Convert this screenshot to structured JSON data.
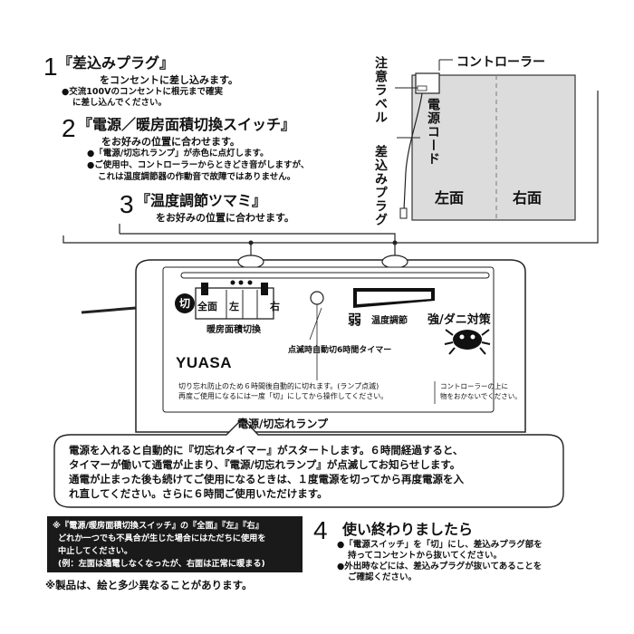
{
  "steps": [
    {
      "num": "1",
      "title": "『差込みプラグ』",
      "desc": "をコンセントに差し込みます。",
      "notes": [
        "●交流100Vのコンセントに根元まで確実",
        "に差し込んでください。"
      ]
    },
    {
      "num": "2",
      "title": "『電源／暖房面積切換スイッチ』",
      "desc": "をお好みの位置に合わせます。",
      "notes": [
        "●「電源/切忘れランプ」が赤色に点灯します。",
        "●ご使用中、コントローラーからときどき音がしますが、",
        "これは温度調節器の作動音で故障ではありません。"
      ]
    },
    {
      "num": "3",
      "title": "『温度調節ツマミ』",
      "desc": "をお好みの位置に合わせます。"
    }
  ],
  "diagram": {
    "controller_label": "コントローラー",
    "caution_label": "注意ラベル",
    "cord_label": "電源コード",
    "plug_label": "差込みプラグ",
    "left_label": "左面",
    "right_label": "右面"
  },
  "panel": {
    "off": "切",
    "all": "全面",
    "left": "左",
    "right": "右",
    "switch_caption": "暖房面積切換",
    "timer_note": "点滅時自動切6時間タイマー",
    "weak": "弱",
    "temp_caption": "温度調節",
    "strong": "強/ダニ対策",
    "brand": "YUASA",
    "info_lines": [
      "切り忘れ防止のため６時間後自動的に切れます。(ランプ点滅)",
      "再度ご使用になるには一度「切」にしてから操作してください。"
    ],
    "warn_lines": [
      "コントローラーの上に",
      "物をおかないでください。"
    ],
    "lamp_label": "電源/切忘れランプ"
  },
  "timer_box": [
    "電源を入れると自動的に『切忘れタイマー』がスタートします。６時間経過すると、",
    "タイマーが働いて通電が止まり、『電源/切忘れランプ』が点滅してお知らせします。",
    "通電が止まった後も続けてご使用になるときは、１度電源を切ってから再度電源を入",
    "れ直してください。さらに６時間ご使用いただけます。"
  ],
  "black_note": [
    "※『電源/暖房面積切換スイッチ』の『全面』『左』『右』",
    "どれか一つでも不具合が生じた場合にはただちに使用を",
    "中止してください。",
    "(例：左面は通電しなくなったが、右面は正常に暖まる)"
  ],
  "footnote": "※製品は、絵と多少異なることがあります。",
  "step4": {
    "num": "4",
    "title": "使い終わりましたら",
    "lines": [
      "●「電源スイッチ」を「切」にし、差込みプラグ部を",
      "持ってコンセントから抜いてください。",
      "●外出時などには、差込みプラグが抜いてあることを",
      "ご確認ください。"
    ]
  },
  "colors": {
    "black_bg": "#1a1a1a",
    "pad_gray": "#dcdcdc",
    "line": "#222222"
  }
}
